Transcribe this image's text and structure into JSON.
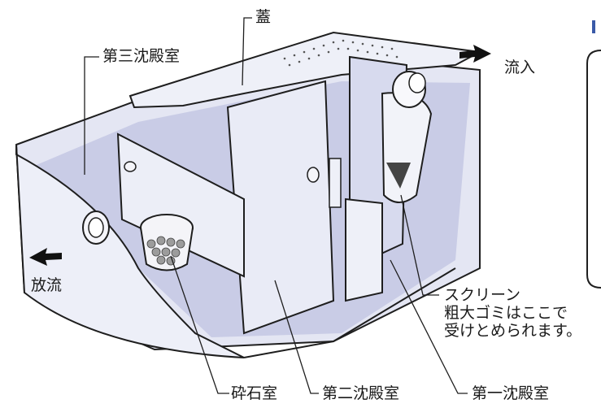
{
  "labels": {
    "lid": "蓋",
    "third_chamber": "第三沈殿室",
    "inflow": "流入",
    "outflow": "放流",
    "screen": "スクリーン",
    "screen_note_1": "粗大ゴミはここで",
    "screen_note_2": "受けとめられます。",
    "gravel_chamber": "砕石室",
    "second_chamber": "第二沈殿室",
    "first_chamber": "第一沈殿室"
  },
  "colors": {
    "tank_fill": "#e4e6f3",
    "tank_shade": "#c9cce6",
    "water": "#b9bde2",
    "line": "#1e1e1e",
    "arrow": "#111111"
  }
}
